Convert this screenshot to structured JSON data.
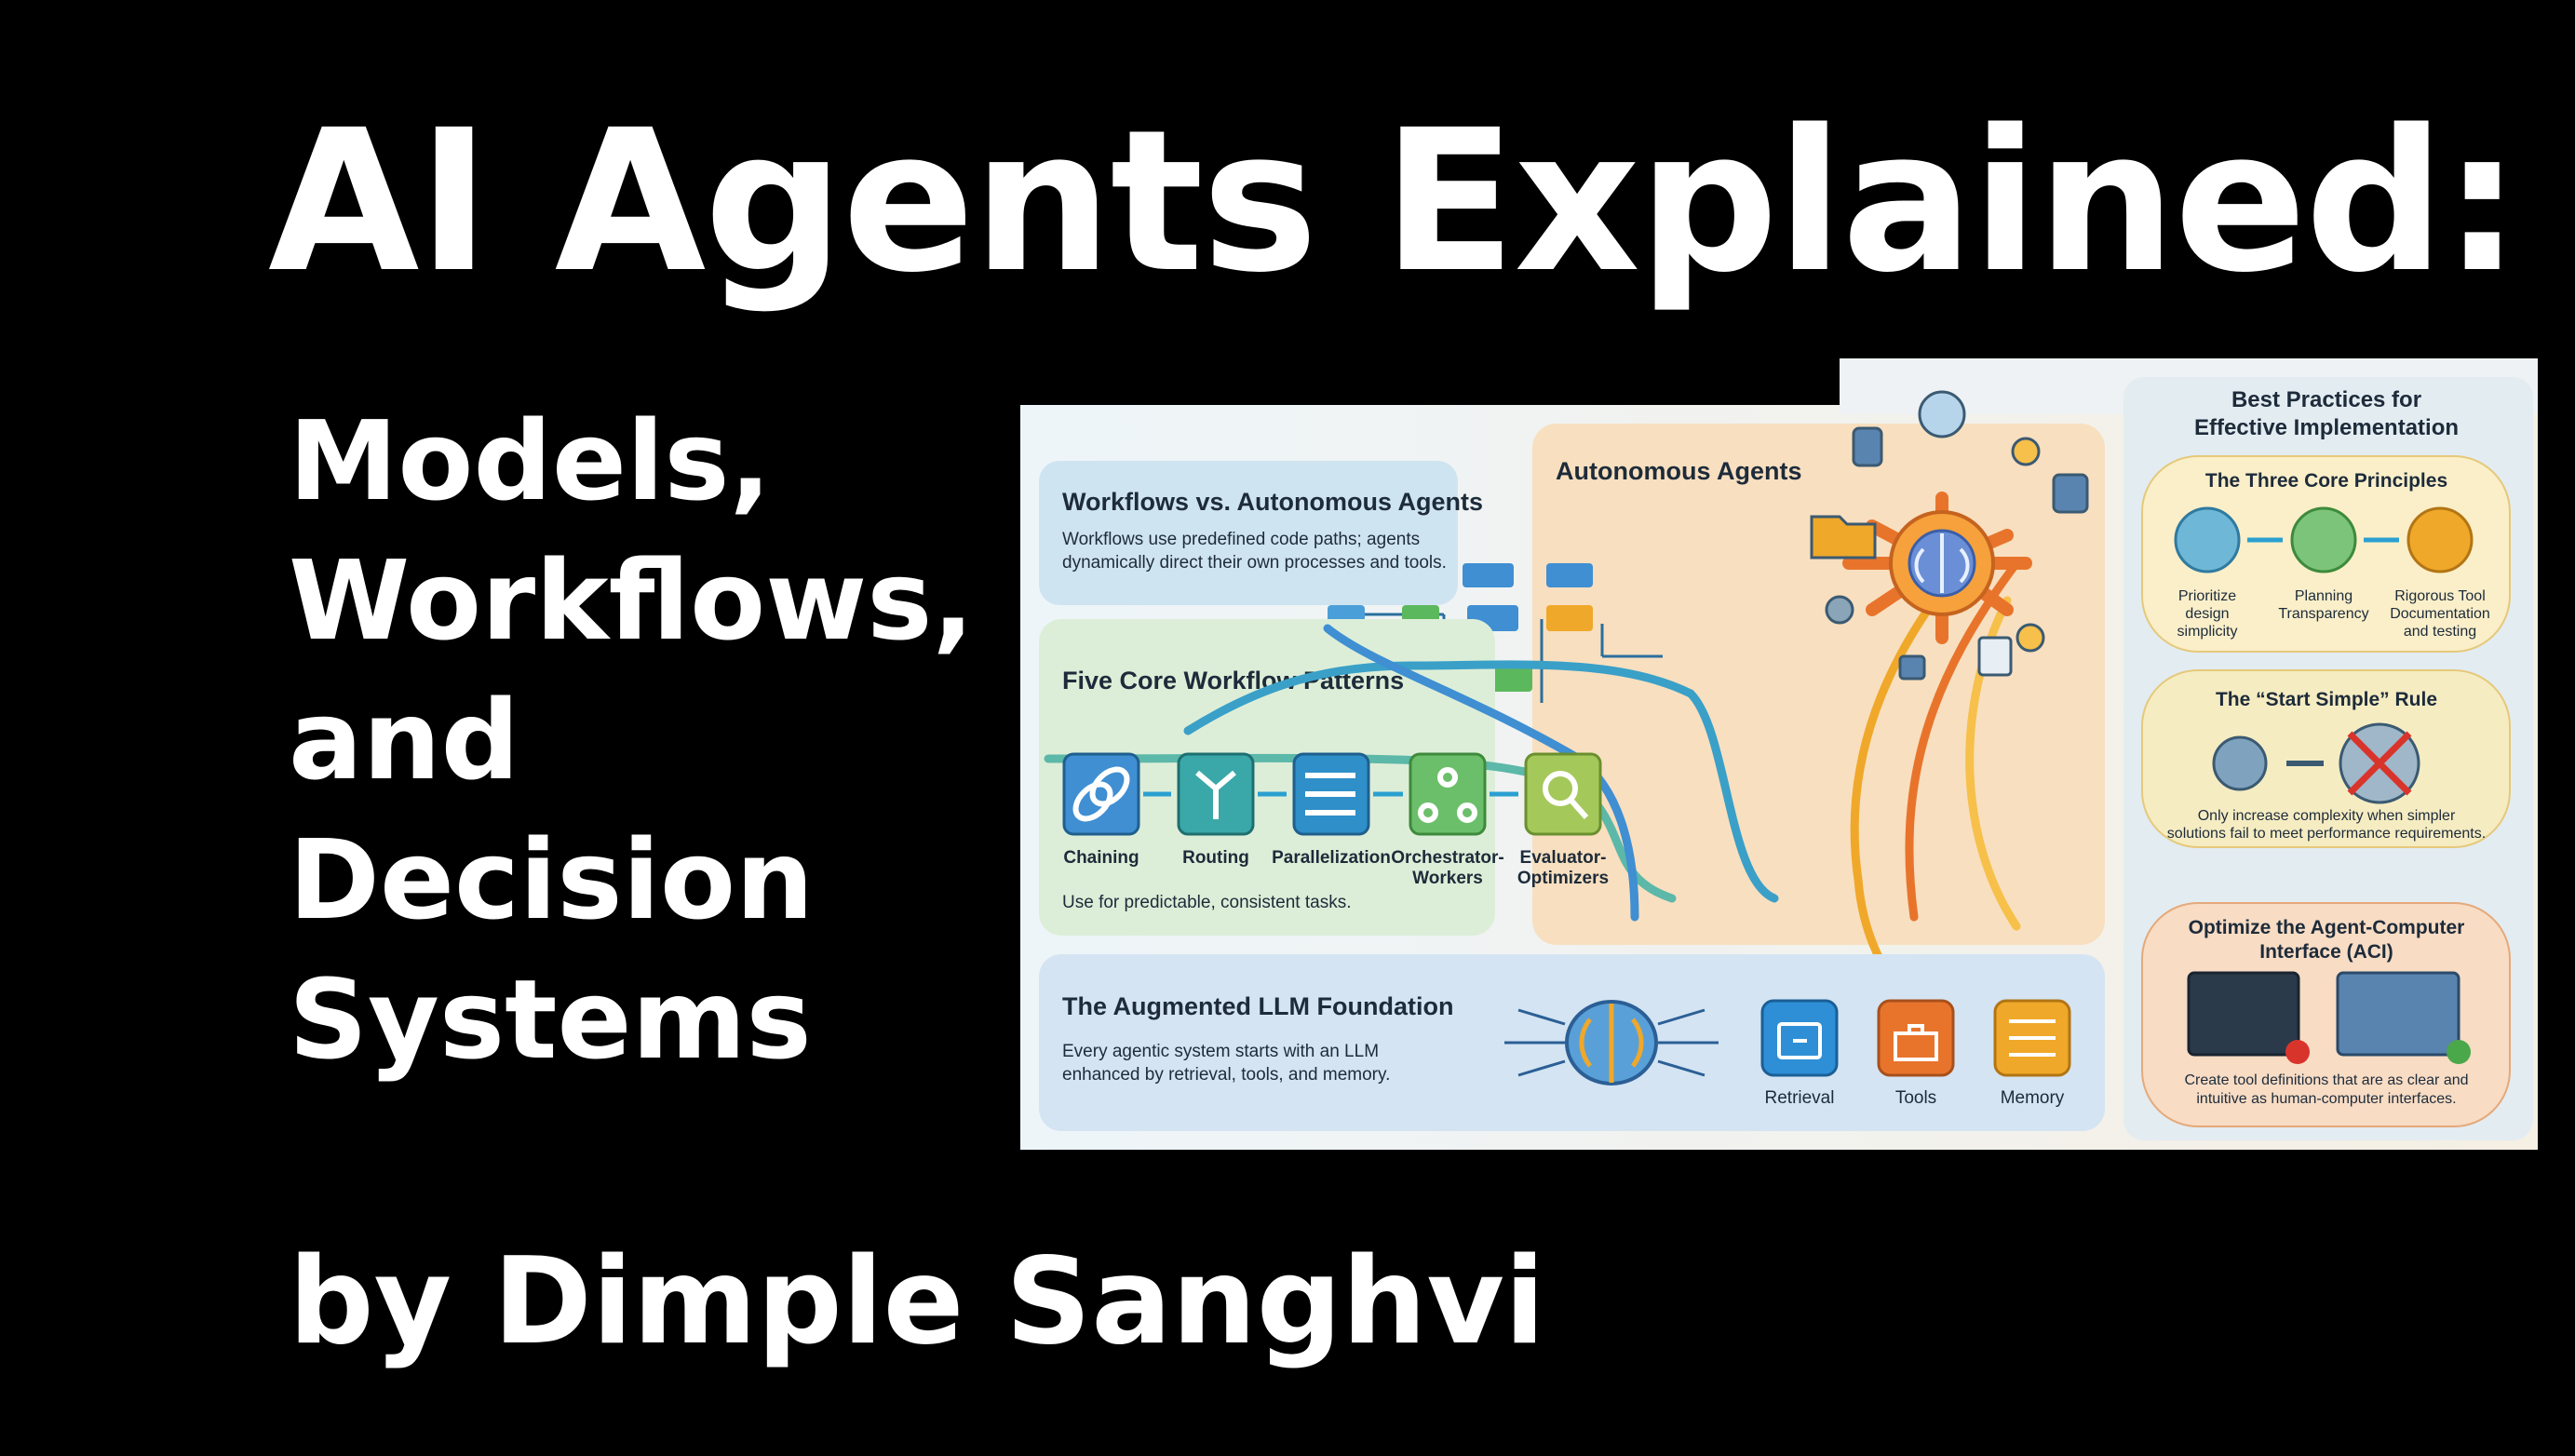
{
  "title": "AI Agents Explained:",
  "subtitle_lines": [
    "Models,",
    "Workflows,",
    "and",
    "Decision",
    "Systems"
  ],
  "author": "by Dimple Sanghvi",
  "infographic": {
    "workflows_section": {
      "heading": "Workflows vs. Autonomous Agents",
      "text_line1": "Workflows use predefined code paths; agents",
      "text_line2": "dynamically direct their own processes and tools."
    },
    "autonomous_heading": "Autonomous Agents",
    "patterns_section": {
      "heading": "Five Core Workflow Patterns",
      "patterns": [
        {
          "label": "Chaining",
          "label2": "",
          "icon": "chain-link-icon"
        },
        {
          "label": "Routing",
          "label2": "",
          "icon": "routing-arrows-icon"
        },
        {
          "label": "Parallelization",
          "label2": "",
          "icon": "parallel-arrows-icon"
        },
        {
          "label": "Orchestrator-",
          "label2": "Workers",
          "icon": "team-hierarchy-icon"
        },
        {
          "label": "Evaluator-",
          "label2": "Optimizers",
          "icon": "magnifier-cycle-icon"
        }
      ],
      "footnote": "Use for predictable, consistent tasks."
    },
    "foundation_section": {
      "heading": "The Augmented LLM Foundation",
      "text_line1": "Every agentic system starts with an LLM",
      "text_line2": "enhanced by retrieval, tools, and memory.",
      "items": [
        {
          "label": "Retrieval",
          "icon": "file-drawer-icon",
          "color": "#2e8fd6"
        },
        {
          "label": "Tools",
          "icon": "toolbox-icon",
          "color": "#e8742c"
        },
        {
          "label": "Memory",
          "icon": "memory-stack-icon",
          "color": "#f0a82a"
        }
      ]
    },
    "best_practices": {
      "heading_line1": "Best Practices for",
      "heading_line2": "Effective Implementation",
      "core_principles": {
        "heading": "The Three Core Principles",
        "items": [
          {
            "line1": "Prioritize",
            "line2": "design",
            "line3": "simplicity"
          },
          {
            "line1": "Planning",
            "line2": "Transparency",
            "line3": ""
          },
          {
            "line1": "Rigorous Tool",
            "line2": "Documentation",
            "line3": "and testing"
          }
        ]
      },
      "start_simple": {
        "heading": "The “Start Simple” Rule",
        "text_line1": "Only increase complexity when simpler",
        "text_line2": "solutions fail to meet performance requirements."
      },
      "aci": {
        "heading_line1": "Optimize the Agent-Computer",
        "heading_line2": "Interface (ACI)",
        "text_line1": "Create tool definitions that are as clear and",
        "text_line2": "intuitive as human-computer interfaces."
      }
    }
  }
}
